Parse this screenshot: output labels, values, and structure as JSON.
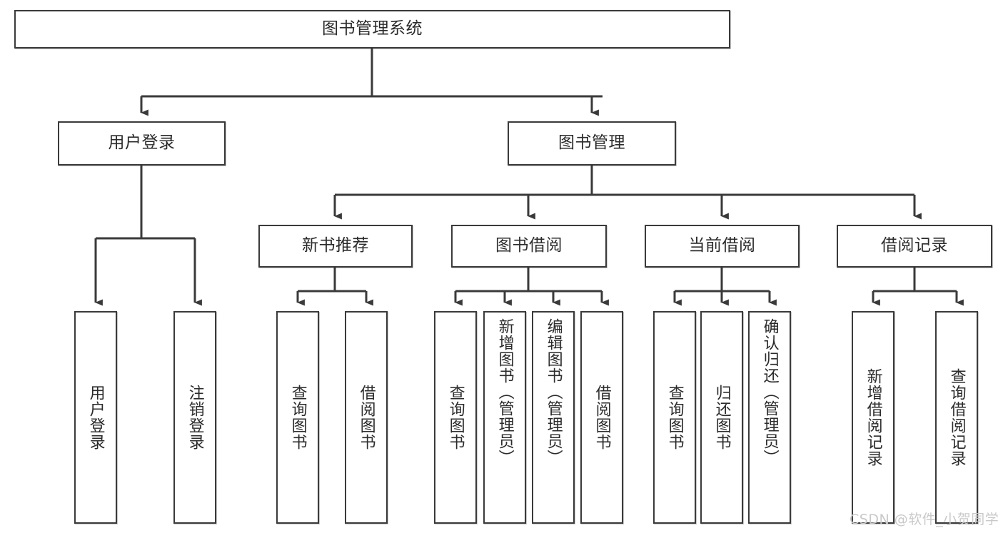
{
  "diagram": {
    "title": "图书管理系统",
    "type": "tree-hierarchy",
    "root": {
      "label": "图书管理系统"
    },
    "level2": [
      {
        "label": "用户登录"
      },
      {
        "label": "图书管理"
      }
    ],
    "level3": [
      {
        "label": "新书推荐"
      },
      {
        "label": "图书借阅"
      },
      {
        "label": "当前借阅"
      },
      {
        "label": "借阅记录"
      }
    ],
    "leaves_user_login": [
      {
        "label": "用户登录"
      },
      {
        "label": "注销登录"
      }
    ],
    "leaves_new_book": [
      {
        "label": "查询图书"
      },
      {
        "label": "借阅图书"
      }
    ],
    "leaves_book_borrow": [
      {
        "label": "查询图书"
      },
      {
        "label": "新增图书（管理员）"
      },
      {
        "label": "编辑图书（管理员）"
      },
      {
        "label": "借阅图书"
      }
    ],
    "leaves_current_borrow": [
      {
        "label": "查询图书"
      },
      {
        "label": "归还图书"
      },
      {
        "label": "确认归还（管理员）"
      }
    ],
    "leaves_borrow_record": [
      {
        "label": "新增借阅记录"
      },
      {
        "label": "查询借阅记录"
      }
    ]
  },
  "watermark": {
    "text": "CSDN @软件_小贺同学"
  },
  "colors": {
    "stroke": "#3a3a3a",
    "text": "#2b2b2b",
    "background": "#ffffff",
    "watermark": "#c9c9c9"
  }
}
